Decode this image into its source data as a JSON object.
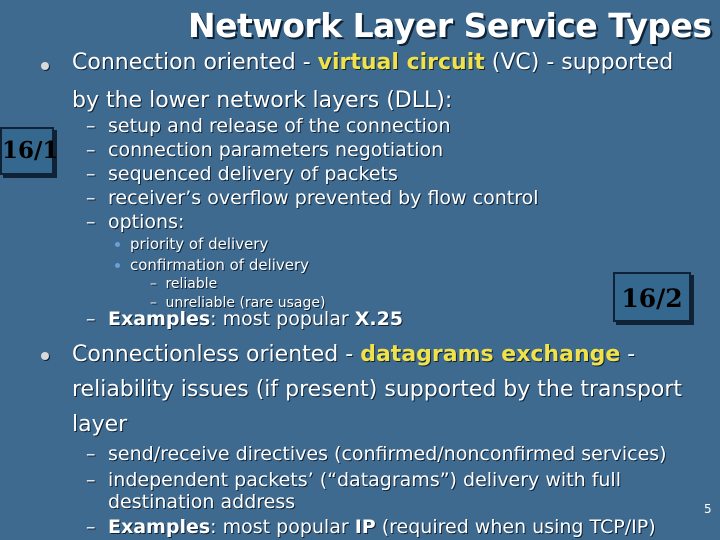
{
  "title": "Network Layer Service Types",
  "labels": {
    "left_box": "16/1",
    "right_box": "16/2",
    "page_number": "5"
  },
  "item1": {
    "pre": "Connection oriented - ",
    "highlight": "virtual circuit",
    "post": " (VC) - supported",
    "line2": "by the lower network layers (DLL):",
    "subitems": [
      "setup and release of the connection",
      "connection parameters negotiation",
      "sequenced delivery of packets",
      "receiver’s overflow prevented by flow control",
      "options:"
    ],
    "options": [
      "priority of delivery",
      "confirmation of delivery"
    ],
    "confirmation_types": [
      "reliable",
      "unreliable (rare usage)"
    ],
    "examples_label": "Examples",
    "examples_text": ": most popular ",
    "examples_value": "X.25"
  },
  "item2": {
    "pre": "Connectionless oriented - ",
    "highlight": "datagrams exchange",
    "post": " -",
    "line2": "reliability issues (if present) supported by the transport",
    "line3": "layer",
    "subitems": [
      "send/receive directives (confirmed/nonconfirmed services)",
      "independent packets’ (“datagrams”) delivery with full",
      "destination address"
    ],
    "examples_label": "Examples",
    "examples_text": ": most popular ",
    "examples_value": "IP",
    "examples_tail": " (required when using TCP/IP)"
  }
}
